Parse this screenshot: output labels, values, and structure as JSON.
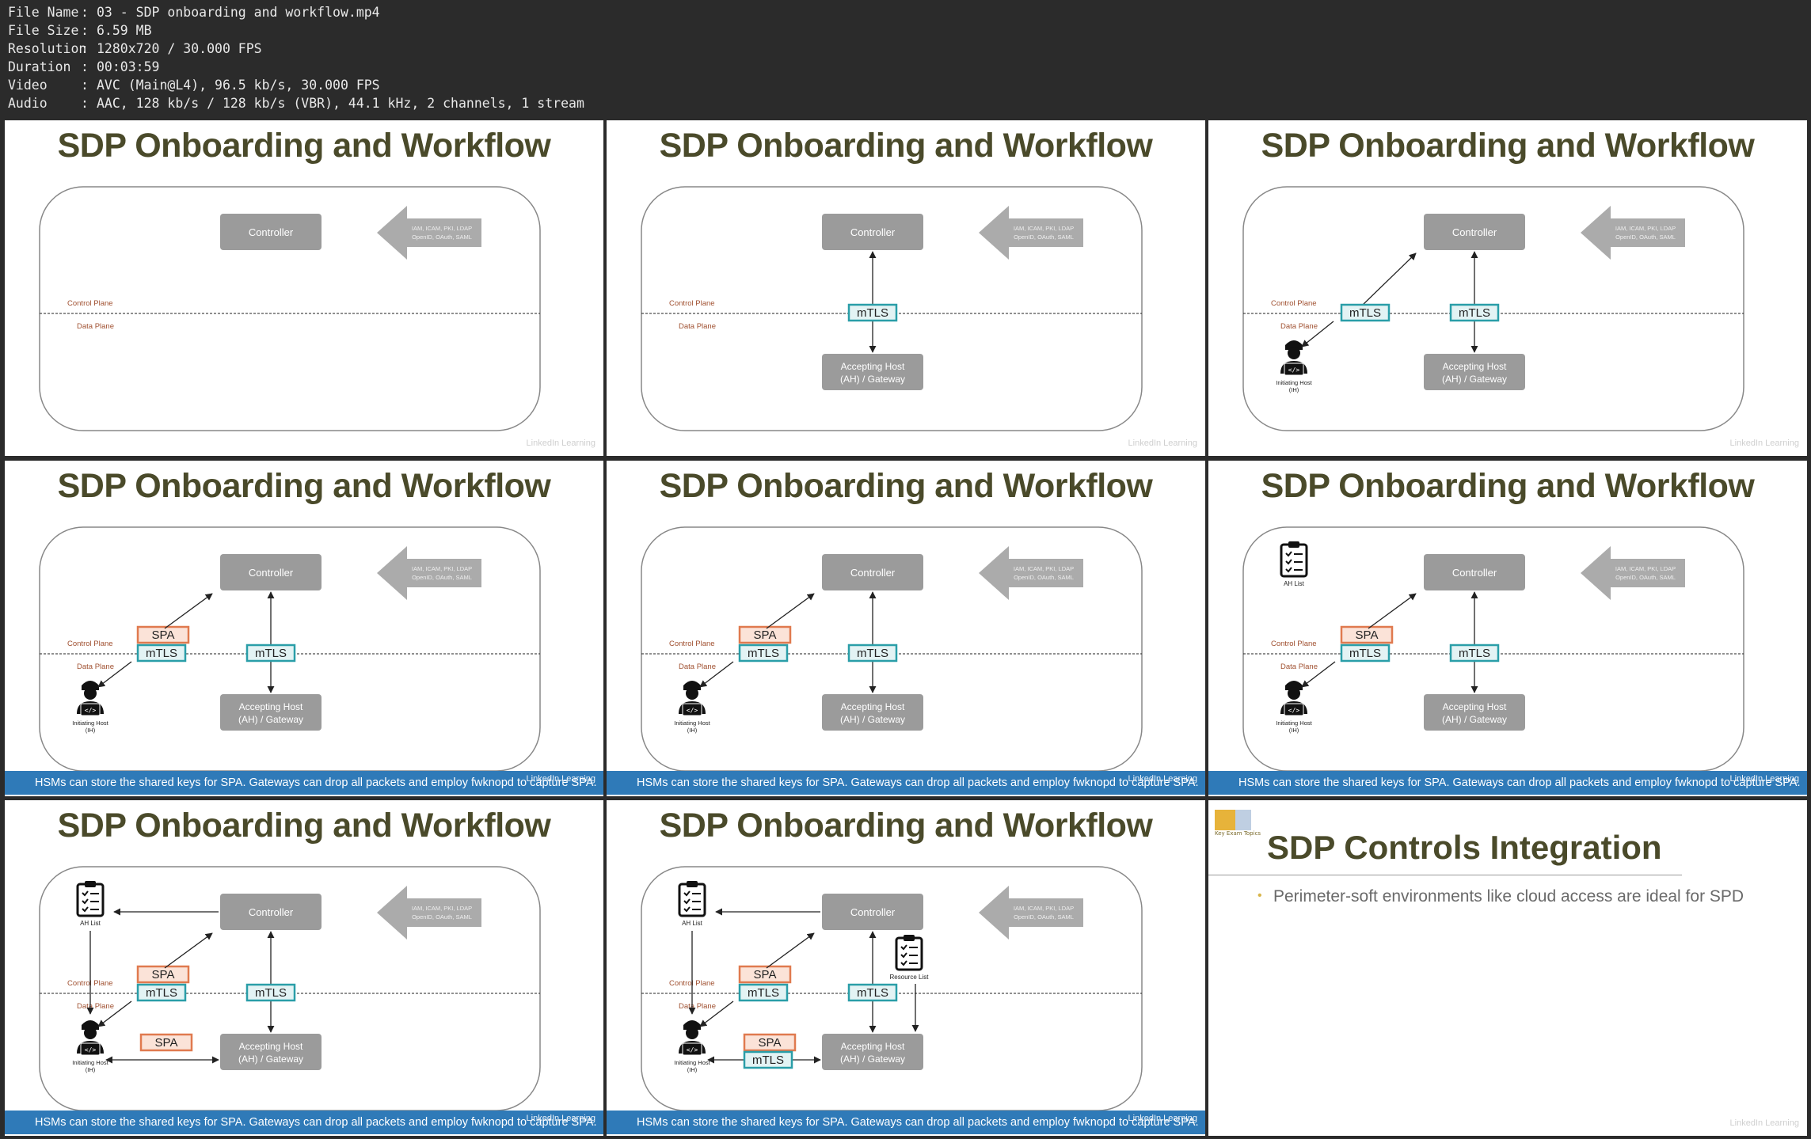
{
  "file_info": [
    {
      "key": "File Name",
      "value": "03 - SDP onboarding and workflow.mp4"
    },
    {
      "key": "File Size",
      "value": "6.59 MB"
    },
    {
      "key": "Resolution",
      "value": "1280x720 / 30.000 FPS"
    },
    {
      "key": "Duration",
      "value": "00:03:59"
    },
    {
      "key": "Video",
      "value": "AVC (Main@L4), 96.5 kb/s, 30.000 FPS"
    },
    {
      "key": "Audio",
      "value": "AAC, 128 kb/s / 128 kb/s (VBR), 44.1 kHz, 2 channels, 1 stream"
    }
  ],
  "slide_title": "SDP Onboarding and Workflow",
  "diagram_labels": {
    "controller": "Controller",
    "accepting_host": [
      "Accepting Host",
      "(AH) / Gateway"
    ],
    "identity_sources": [
      "IAM, ICAM, PKI, LDAP",
      "OpenID, OAuth, SAML"
    ],
    "control_plane": "Control Plane",
    "data_plane": "Data Plane",
    "mtls": "mTLS",
    "spa": "SPA",
    "initiating_host": [
      "Initiating Host",
      "(IH)"
    ],
    "ah_list": "AH List",
    "resource_list": "Resource List"
  },
  "caption": "HSMs can store the shared keys for SPA. Gateways can drop all packets and employ fwknopd to capture SPA.",
  "watermark": "LinkedIn Learning",
  "controls_slide": {
    "badge": "Key Exam Topics",
    "title": "SDP Controls Integration",
    "bullet": "Perimeter-soft environments like cloud access are ideal for SPD"
  },
  "colors": {
    "title": "#4a4a2a",
    "box_fill": "#9b9b9b",
    "spa_border": "#e07a4f",
    "spa_fill": "#fbe3d8",
    "mtls_border": "#2a9ea8",
    "mtls_fill": "#e3f3f4",
    "plane_label": "#a05030",
    "caption_bg": "#2f7ab8"
  },
  "frames": [
    {
      "stage": 1
    },
    {
      "stage": 2
    },
    {
      "stage": 3
    },
    {
      "stage": 4
    },
    {
      "stage": 5
    },
    {
      "stage": 6
    },
    {
      "stage": 7
    },
    {
      "stage": 8
    },
    {
      "stage": 9
    }
  ]
}
